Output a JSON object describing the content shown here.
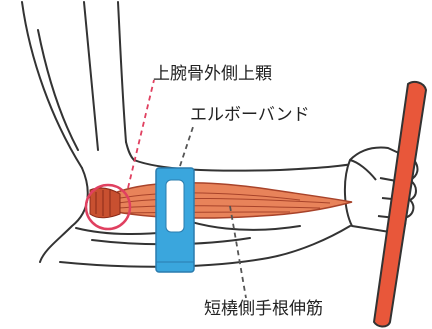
{
  "labels": {
    "lateral_epicondyle": "上腕骨外側上顆",
    "elbow_band": "エルボーバンド",
    "extensor_carpi_radialis_brevis": "短橈側手根伸筋"
  },
  "colors": {
    "outline": "#333333",
    "muscle": "#e8835a",
    "muscle_stripe": "#a8432a",
    "tendon": "#c85030",
    "band": "#3aa6dd",
    "band_inner": "#ffffff",
    "grip_bar": "#e8573a",
    "highlight_circle": "#e04060",
    "leader_epicondyle": "#e04060",
    "leader_other": "#555555"
  }
}
